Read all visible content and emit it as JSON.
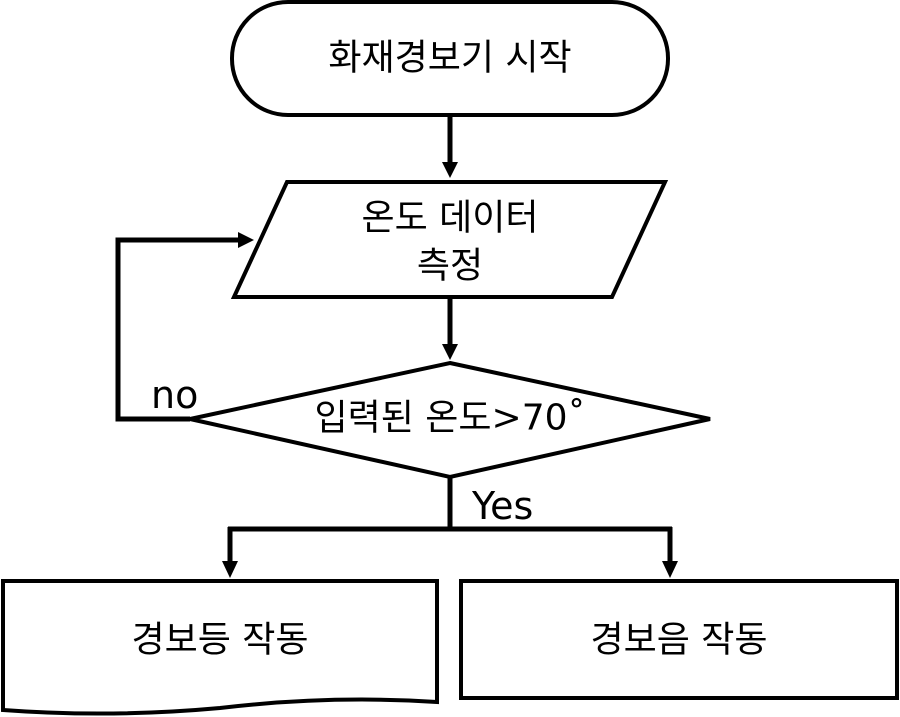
{
  "flowchart": {
    "start": {
      "label": "화재경보기 시작"
    },
    "input": {
      "line1": "온도 데이터",
      "line2": "측정"
    },
    "decision": {
      "label": "입력된 온도>70˚"
    },
    "branch_no": {
      "label": "no"
    },
    "branch_yes": {
      "label": "Yes"
    },
    "output_left": {
      "label": "경보등 작동"
    },
    "output_right": {
      "label": "경보음 작동"
    }
  }
}
